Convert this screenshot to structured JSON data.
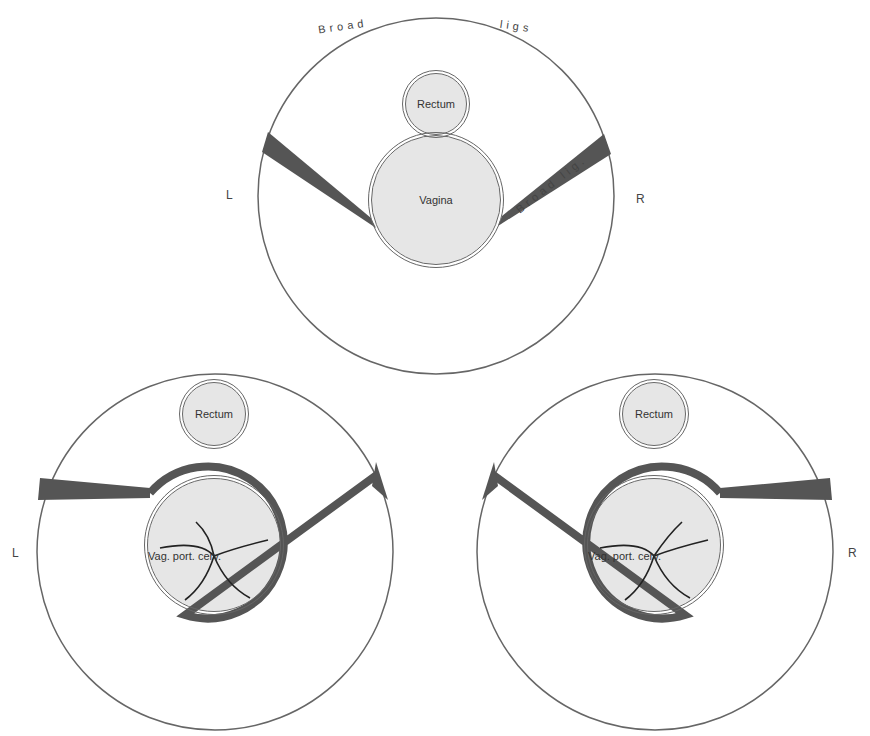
{
  "diagram": {
    "nodes": [
      {
        "text": [
          "Rectum"
        ]
      },
      {
        "text": [
          "Vagina"
        ]
      },
      {
        "text": [
          "Rectum"
        ]
      },
      {
        "text": [
          "Vag. port. cerv."
        ]
      },
      {
        "text": [
          "Rectum"
        ]
      },
      {
        "text": [
          "Vag. port. cerv."
        ]
      }
    ],
    "labels": [
      "Broad",
      "ligs",
      "Broad lig.",
      "L",
      "R",
      "L",
      "R"
    ]
  }
}
